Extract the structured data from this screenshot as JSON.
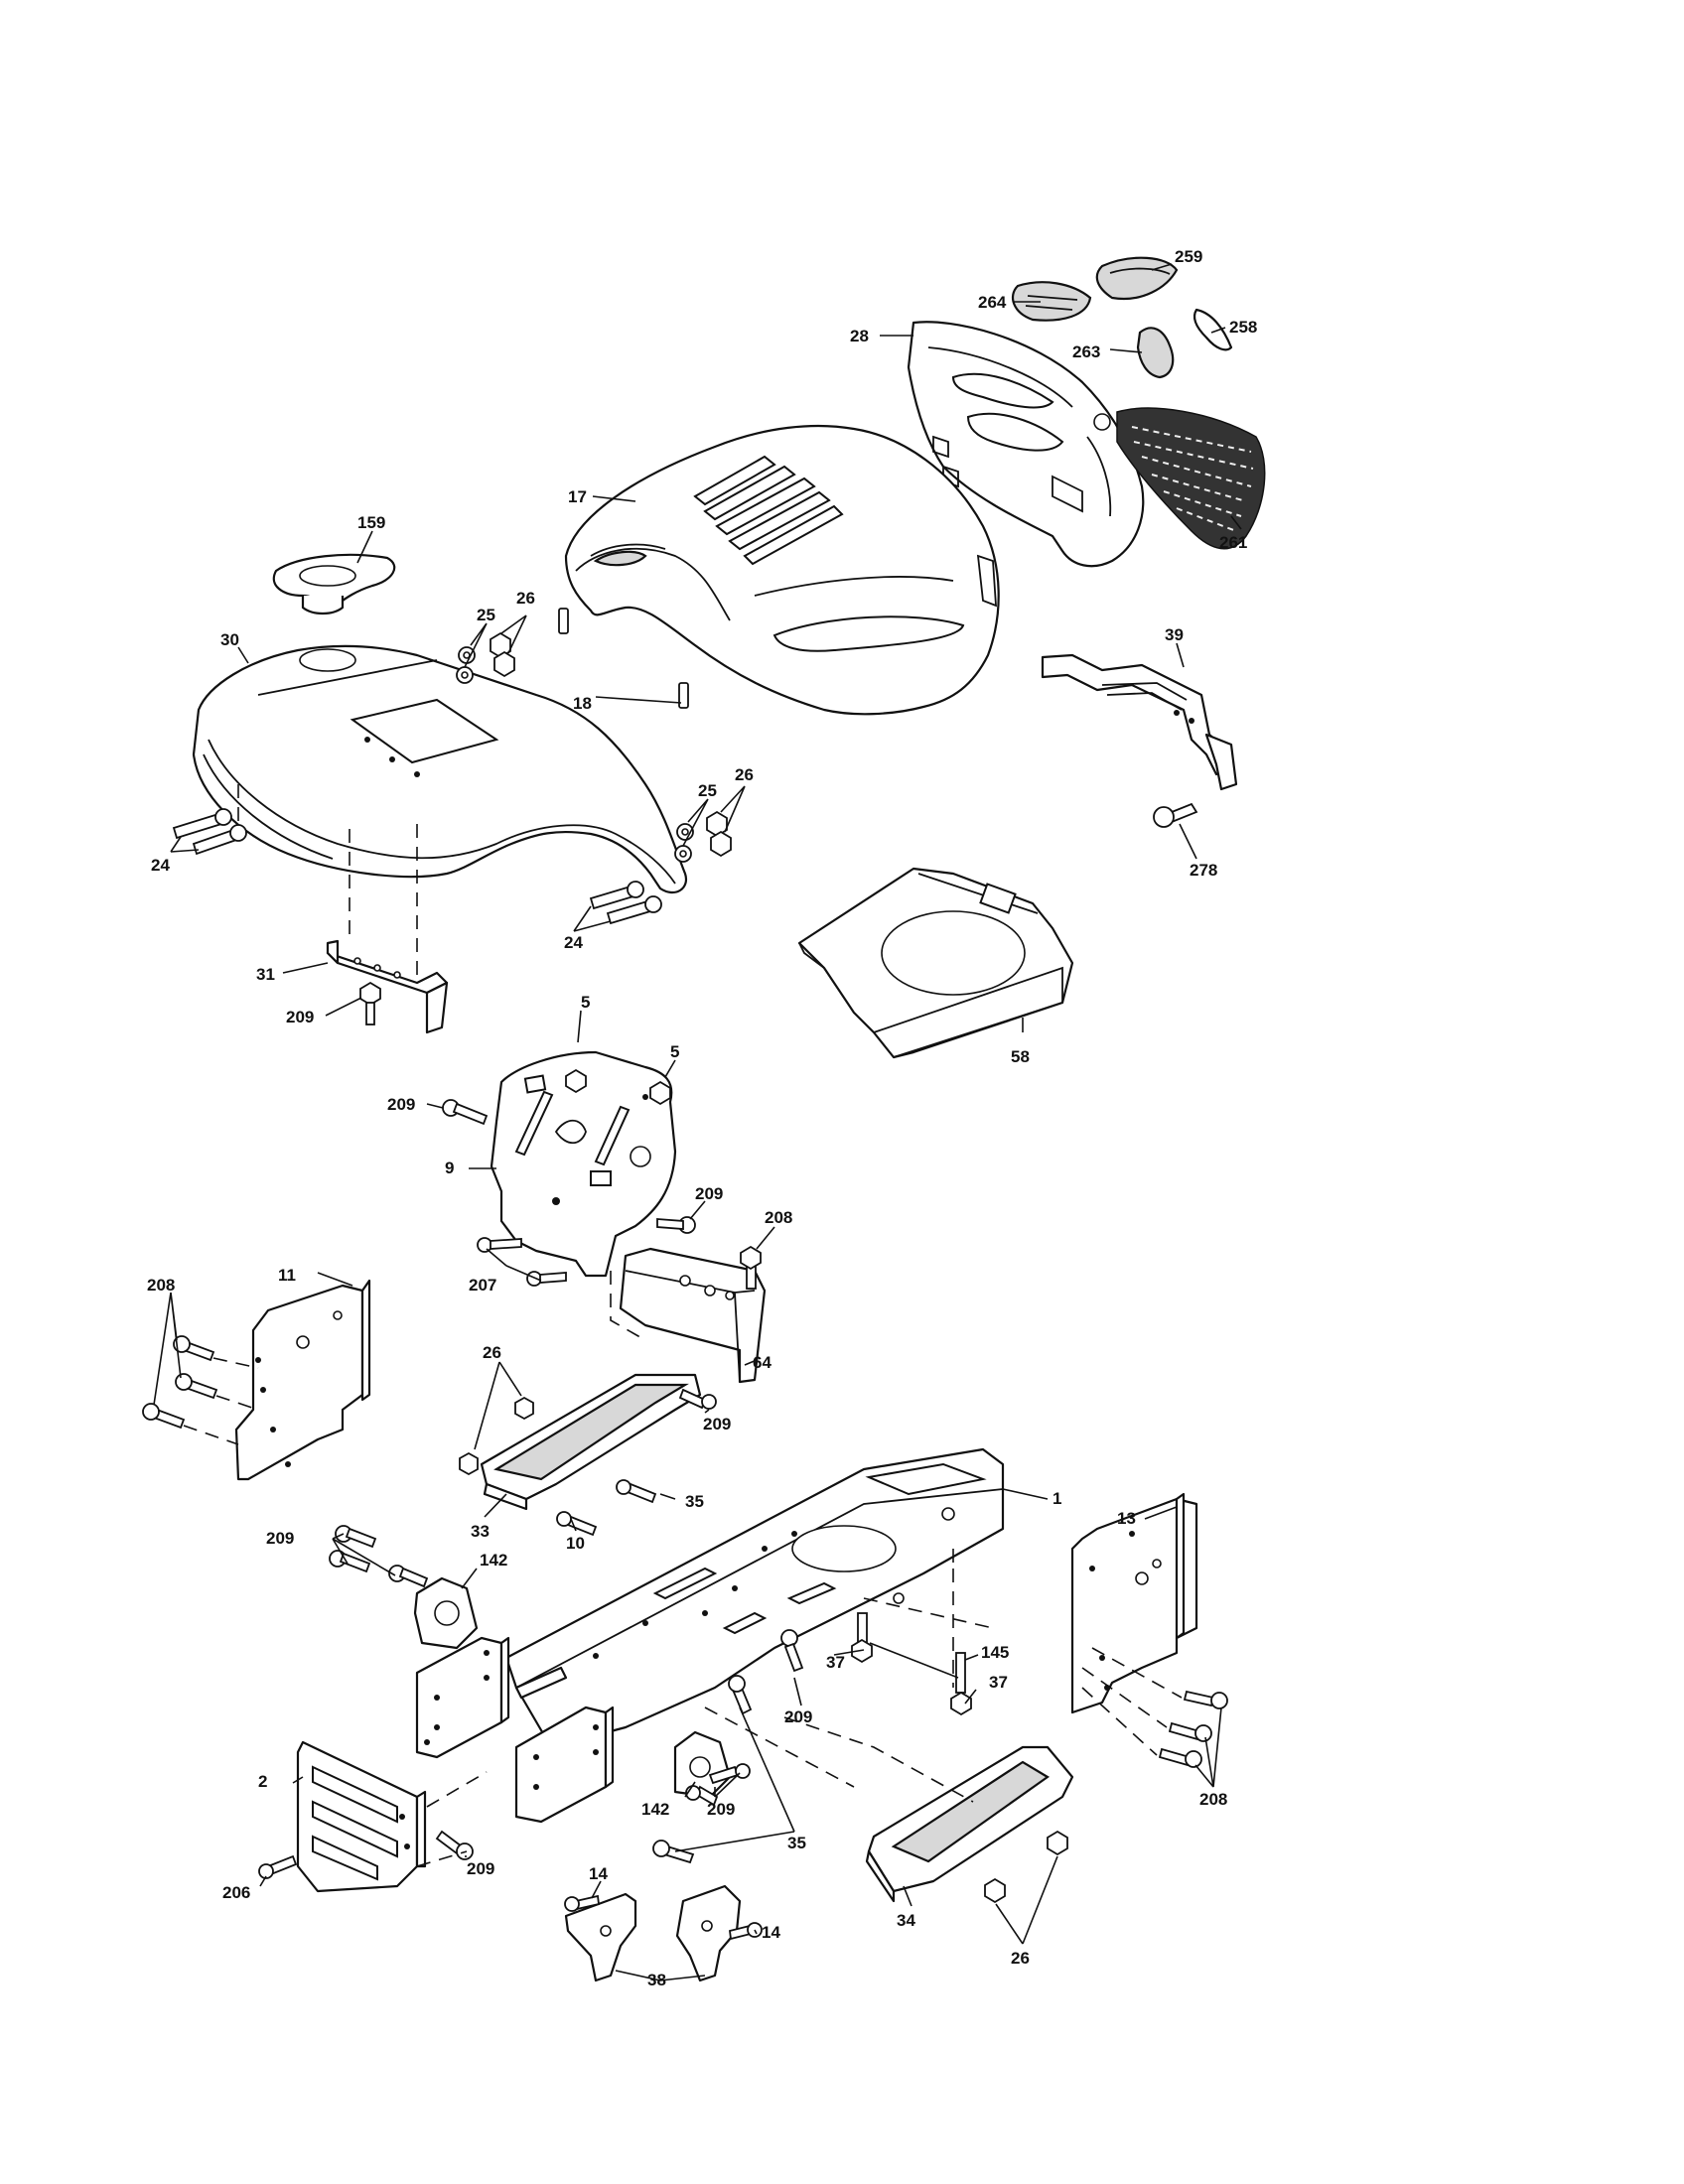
{
  "labels": {
    "p1": "1",
    "p2": "2",
    "p5a": "5",
    "p5b": "5",
    "p9": "9",
    "p10": "10",
    "p11": "11",
    "p13": "13",
    "p14a": "14",
    "p14b": "14",
    "p17": "17",
    "p18": "18",
    "p24a": "24",
    "p24b": "24",
    "p25a": "25",
    "p25b": "25",
    "p26a": "26",
    "p26b": "26",
    "p26c": "26",
    "p26d": "26",
    "p28": "28",
    "p30": "30",
    "p31": "31",
    "p33": "33",
    "p34": "34",
    "p35a": "35",
    "p35b": "35",
    "p37a": "37",
    "p37b": "37",
    "p38": "38",
    "p39": "39",
    "p58": "58",
    "p64": "64",
    "p142a": "142",
    "p142b": "142",
    "p145": "145",
    "p159": "159",
    "p206": "206",
    "p207": "207",
    "p208a": "208",
    "p208b": "208",
    "p208c": "208",
    "p209a": "209",
    "p209b": "209",
    "p209c": "209",
    "p209d": "209",
    "p209e": "209",
    "p209f": "209",
    "p209g": "209",
    "p209h": "209",
    "p258": "258",
    "p259": "259",
    "p261": "261",
    "p263": "263",
    "p264": "264",
    "p278": "278"
  }
}
